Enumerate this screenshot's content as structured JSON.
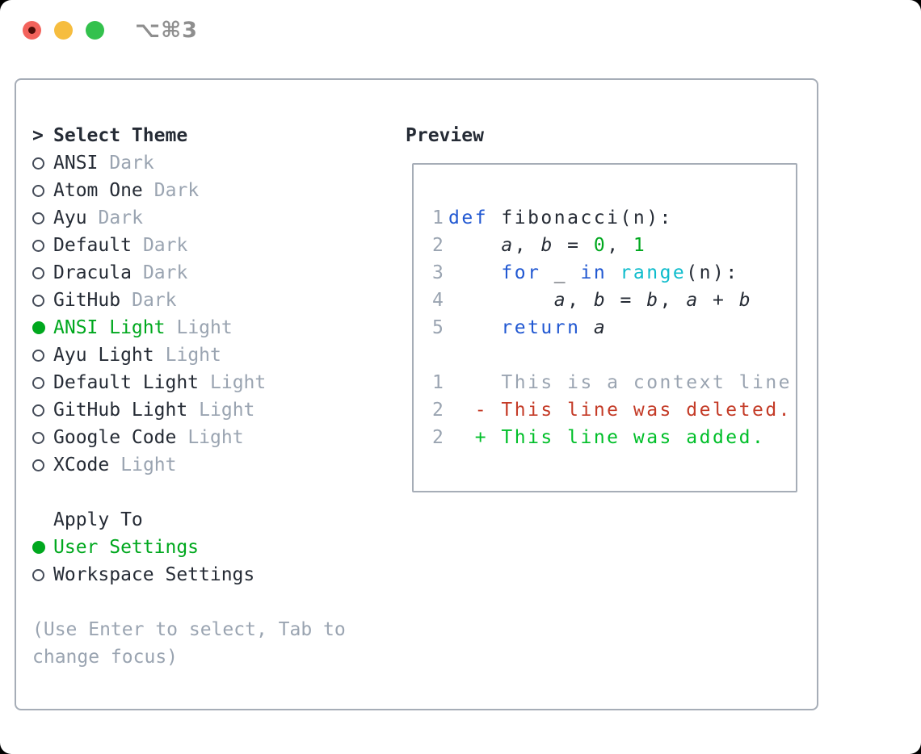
{
  "titlebar": {
    "shortcut": "⌥⌘3"
  },
  "colors": {
    "text": "#252b35",
    "muted": "#9aa4b1",
    "border": "#a6adb7",
    "accent_green": "#00a81e",
    "added_green": "#00bf29",
    "deleted_red": "#c43b27",
    "keyword_blue": "#2158d2",
    "builtin_cyan": "#0ebccc",
    "titlebar_gray": "#8e8e8e",
    "traffic_red": "#f3635c",
    "traffic_yellow": "#f6bd3f",
    "traffic_green": "#33c14d"
  },
  "theme_panel": {
    "prompt": ">",
    "title": "Select Theme",
    "themes": [
      {
        "name": "ANSI",
        "variant": "Dark",
        "selected": false
      },
      {
        "name": "Atom One",
        "variant": "Dark",
        "selected": false
      },
      {
        "name": "Ayu",
        "variant": "Dark",
        "selected": false
      },
      {
        "name": "Default",
        "variant": "Dark",
        "selected": false
      },
      {
        "name": "Dracula",
        "variant": "Dark",
        "selected": false
      },
      {
        "name": "GitHub",
        "variant": "Dark",
        "selected": false
      },
      {
        "name": "ANSI Light",
        "variant": "Light",
        "selected": true
      },
      {
        "name": "Ayu Light",
        "variant": "Light",
        "selected": false
      },
      {
        "name": "Default Light",
        "variant": "Light",
        "selected": false
      },
      {
        "name": "GitHub Light",
        "variant": "Light",
        "selected": false
      },
      {
        "name": "Google Code",
        "variant": "Light",
        "selected": false
      },
      {
        "name": "XCode",
        "variant": "Light",
        "selected": false
      }
    ],
    "apply_to": {
      "title": "Apply To",
      "options": [
        {
          "label": "User Settings",
          "selected": true
        },
        {
          "label": "Workspace Settings",
          "selected": false
        }
      ]
    },
    "hint": "(Use Enter to select, Tab to change focus)"
  },
  "preview": {
    "title": "Preview",
    "code_lines": [
      {
        "num": "1",
        "tokens": [
          {
            "t": "def",
            "c": "kw"
          },
          {
            "t": " fibonacci(n):",
            "c": "plain"
          }
        ]
      },
      {
        "num": "2",
        "tokens": [
          {
            "t": "    ",
            "c": "plain"
          },
          {
            "t": "a",
            "c": "var"
          },
          {
            "t": ", ",
            "c": "plain"
          },
          {
            "t": "b",
            "c": "var"
          },
          {
            "t": " = ",
            "c": "plain"
          },
          {
            "t": "0",
            "c": "num"
          },
          {
            "t": ", ",
            "c": "plain"
          },
          {
            "t": "1",
            "c": "num"
          }
        ]
      },
      {
        "num": "3",
        "tokens": [
          {
            "t": "    ",
            "c": "plain"
          },
          {
            "t": "for",
            "c": "kw"
          },
          {
            "t": " _ ",
            "c": "plain"
          },
          {
            "t": "in",
            "c": "kw"
          },
          {
            "t": " ",
            "c": "plain"
          },
          {
            "t": "range",
            "c": "builtin"
          },
          {
            "t": "(n):",
            "c": "plain"
          }
        ]
      },
      {
        "num": "4",
        "tokens": [
          {
            "t": "        ",
            "c": "plain"
          },
          {
            "t": "a",
            "c": "var"
          },
          {
            "t": ", ",
            "c": "plain"
          },
          {
            "t": "b",
            "c": "var"
          },
          {
            "t": " = ",
            "c": "plain"
          },
          {
            "t": "b",
            "c": "var"
          },
          {
            "t": ", ",
            "c": "plain"
          },
          {
            "t": "a",
            "c": "var"
          },
          {
            "t": " + ",
            "c": "plain"
          },
          {
            "t": "b",
            "c": "var"
          }
        ]
      },
      {
        "num": "5",
        "tokens": [
          {
            "t": "    ",
            "c": "plain"
          },
          {
            "t": "return",
            "c": "kw"
          },
          {
            "t": " ",
            "c": "plain"
          },
          {
            "t": "a",
            "c": "var"
          }
        ]
      }
    ],
    "diff_lines": [
      {
        "num": "1",
        "tokens": [
          {
            "t": "    This is a context line.",
            "c": "ctx"
          }
        ]
      },
      {
        "num": "2",
        "tokens": [
          {
            "t": "  - This line was deleted.",
            "c": "del"
          }
        ]
      },
      {
        "num": "2",
        "tokens": [
          {
            "t": "  + This line was added.",
            "c": "add"
          }
        ]
      }
    ]
  }
}
